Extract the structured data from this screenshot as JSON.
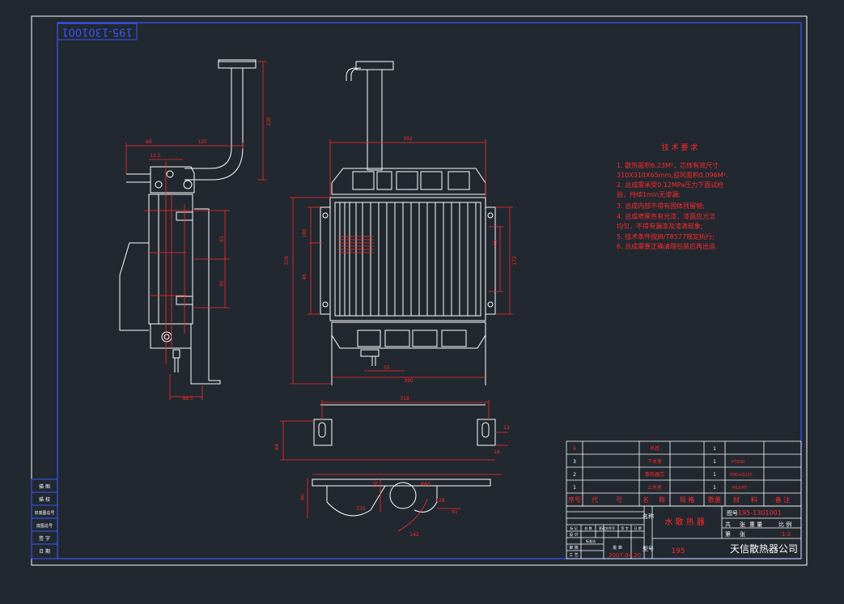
{
  "drawing_number_flipped": "195-1301001",
  "colors": {
    "background": "#212830",
    "frame": "#ffffff",
    "dimension": "#ff2a2a",
    "geometry": "#ffffff",
    "title_block": "#3a57ff"
  },
  "tech_requirements": {
    "title": "技 术 要 求",
    "items": [
      "1. 散热面积6.23M²，芯体有效尺寸",
      "   310X310X65mm,迎风面积0.096M².",
      "2. 总成需承受0.12MPa压力下面试检",
      "   验，持续1min无渗漏;",
      "3. 总成内部不得有固体残留物;",
      "4. 总成喷黑色有光漆，漆面应光洁",
      "   均匀，不得有漏漆及漆滴现象;",
      "5. 技术条件按JB/T8577规定执行;",
      "6. 总成需要正确清理包装后再出运."
    ]
  },
  "dims": {
    "top_height": "230",
    "side_width": "125",
    "side_left": "66",
    "side_small": "12.5",
    "core_width": "302",
    "core_height_left": "319",
    "core_side_180": "180",
    "core_side_46": "46",
    "core_right": "172",
    "core_right2": "45",
    "bottom_width": "390",
    "bottom_55": "55",
    "bracket_width": "318",
    "bracket_64": "64",
    "bracket_18": "18",
    "bracket_12": "12",
    "side_bottom": "88.5",
    "side_mid1": "65",
    "side_mid2": "95",
    "bp_radius": "R60",
    "bp_91": "91",
    "bp_50": "50",
    "bp_90": "90",
    "bp_128": "128",
    "bp_135": "135",
    "bp_142": "142"
  },
  "parts_list": {
    "rows": [
      {
        "no": "4",
        "name": "吊耳",
        "qty": "1",
        "material": ""
      },
      {
        "no": "3",
        "name": "下水室",
        "qty": "1",
        "material": "HT200"
      },
      {
        "no": "2",
        "name": "散热器芯",
        "qty": "1",
        "material": "H90+Q235"
      },
      {
        "no": "1",
        "name": "上水室",
        "qty": "1",
        "material": "H62/HT"
      }
    ],
    "headers": [
      "序号",
      "代",
      "号",
      "名",
      "称",
      "规 格",
      "数量",
      "材",
      "料",
      "备 注"
    ]
  },
  "title_block": {
    "part_name": "水 散 热 器",
    "drawing_no": "195-1301001",
    "model": "195",
    "company": "天信散热器公司",
    "date": "2007.04.20",
    "scale_label": "比 例",
    "scale": "1:2",
    "weight_label": "重 量",
    "sheet_total": "共",
    "sheet_no": "第",
    "sheet_unit": "张",
    "labels": {
      "mingcheng": "名称",
      "tuhao": "图号",
      "xinghao": "型号",
      "sheji": "设 计",
      "shenhe": "审 核",
      "gongyi": "工 艺",
      "pizhun": "批 准",
      "biaozhun": "标准化"
    },
    "left_strip": [
      "标 记",
      "处 数",
      "更改文件号",
      "签 字",
      "日 期"
    ]
  },
  "left_stamp": {
    "items": [
      "描 图",
      "描 校",
      "旧底图总号",
      "底图总号",
      "签 字",
      "日 期"
    ]
  }
}
